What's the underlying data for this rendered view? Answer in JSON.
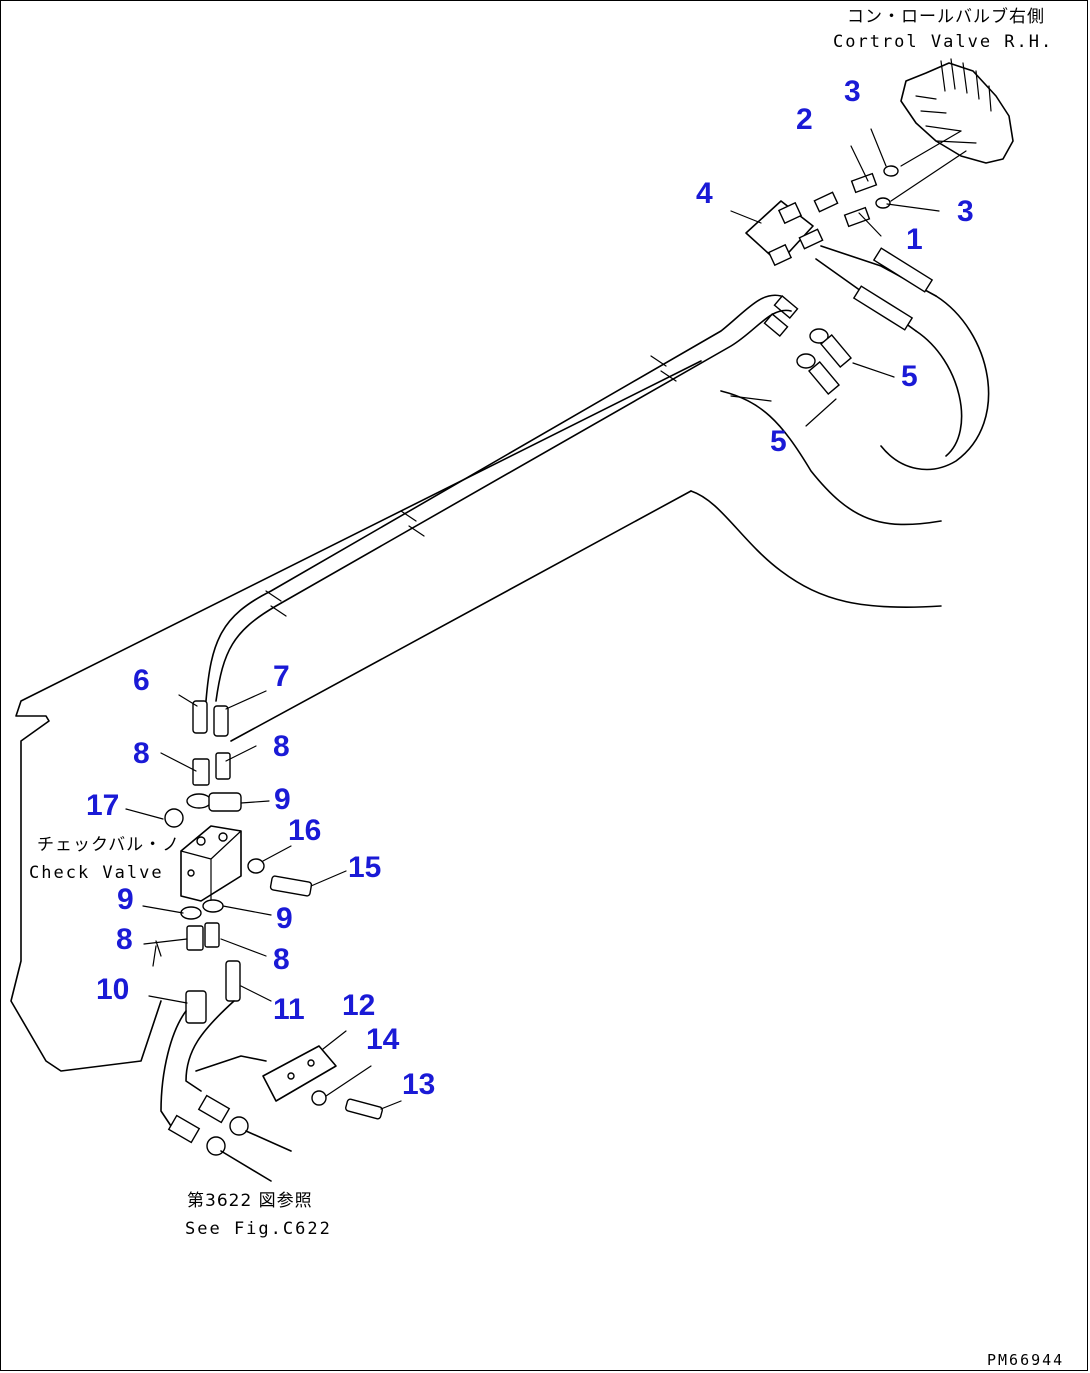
{
  "labels": {
    "control_valve_jp": "コン・ロールバルブ右側",
    "control_valve_en": "Cortrol Valve R.H.",
    "check_valve_jp": "チェックバル・ノ",
    "check_valve_en": "Check Valve",
    "see_fig_jp": "第3622 図参照",
    "see_fig_en": "See Fig.C622",
    "drawing_code": "PM66944"
  },
  "callouts": {
    "c1": "1",
    "c2": "2",
    "c3a": "3",
    "c3b": "3",
    "c4": "4",
    "c5a": "5",
    "c5b": "5",
    "c6": "6",
    "c7": "7",
    "c8a": "8",
    "c8b": "8",
    "c8c": "8",
    "c8d": "8",
    "c9a": "9",
    "c9b": "9",
    "c9c": "9",
    "c10": "10",
    "c11": "11",
    "c12": "12",
    "c13": "13",
    "c14": "14",
    "c15": "15",
    "c16": "16",
    "c17": "17"
  },
  "colors": {
    "callout": "#1a1ad6",
    "line": "#000000",
    "background": "#ffffff"
  }
}
